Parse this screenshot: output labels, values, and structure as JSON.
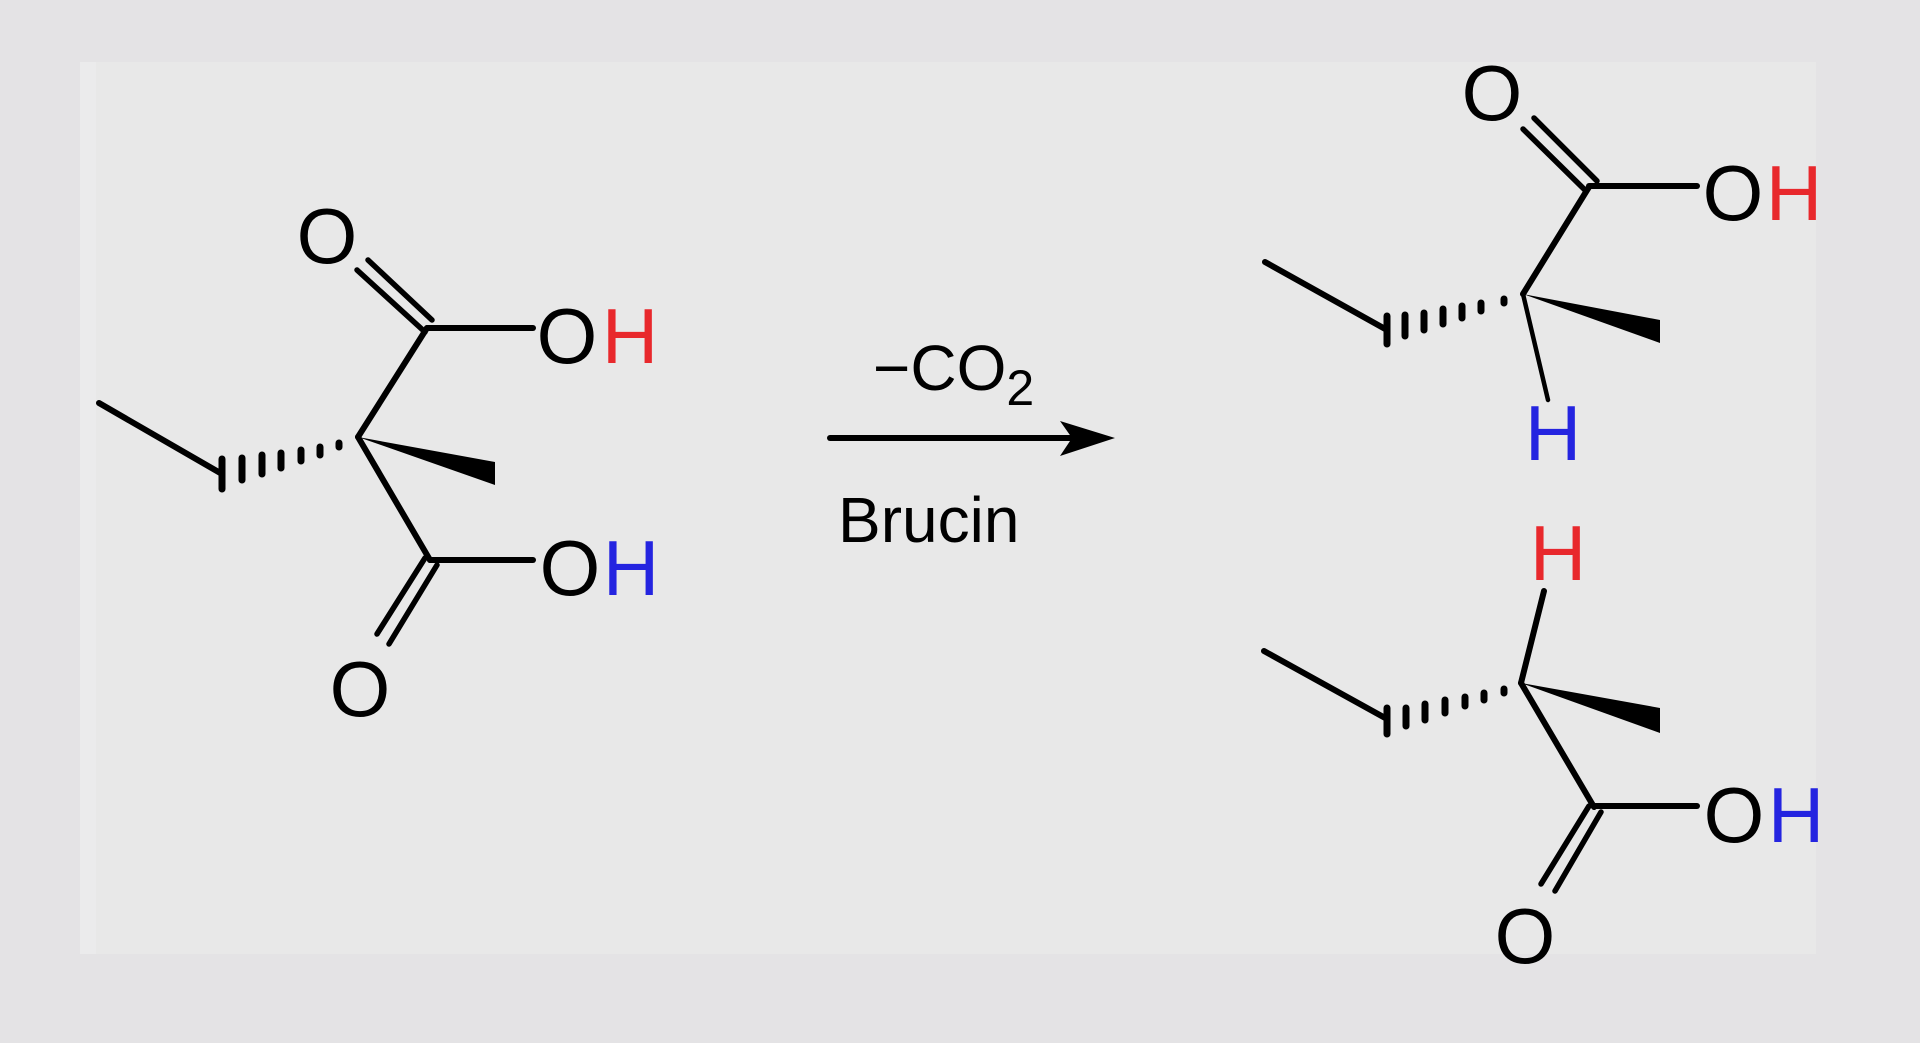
{
  "colors": {
    "background": "#e4e3e5",
    "panel": "#e8e8e8",
    "bond": "#000000",
    "h_red": "#e8282c",
    "h_blue": "#2424e0"
  },
  "reaction": {
    "type": "decarboxylation",
    "arrow": {
      "above": {
        "prefix": "−CO",
        "subscript": "2"
      },
      "below": "Brucin"
    }
  },
  "reactant": {
    "labels": {
      "o_top": "O",
      "oh_top_o": "O",
      "oh_top_h": "H",
      "oh_bottom_o": "O",
      "oh_bottom_h": "H",
      "o_bottom": "O"
    }
  },
  "product_top": {
    "labels": {
      "o_top": "O",
      "oh_o": "O",
      "oh_h": "H",
      "h_stereo": "H"
    }
  },
  "product_bottom": {
    "labels": {
      "h_stereo": "H",
      "oh_o": "O",
      "oh_h": "H",
      "o_bottom": "O"
    }
  }
}
